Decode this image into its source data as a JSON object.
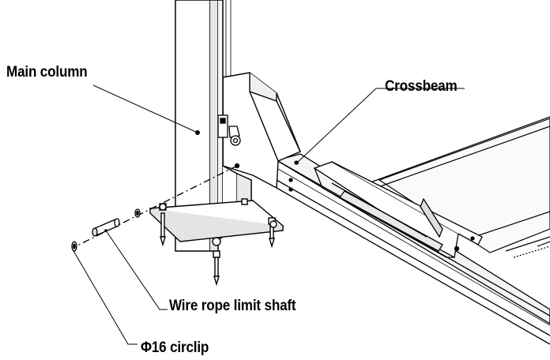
{
  "labels": {
    "main_column": "Main column",
    "crossbeam": "Crossbeam",
    "wire_rope_limit_shaft": "Wire rope limit shaft",
    "circlip": "Φ16 circlip"
  },
  "colors": {
    "line": "#000000",
    "background": "#ffffff",
    "shade": "#d8d8d8",
    "light_shade": "#eeeeee"
  }
}
